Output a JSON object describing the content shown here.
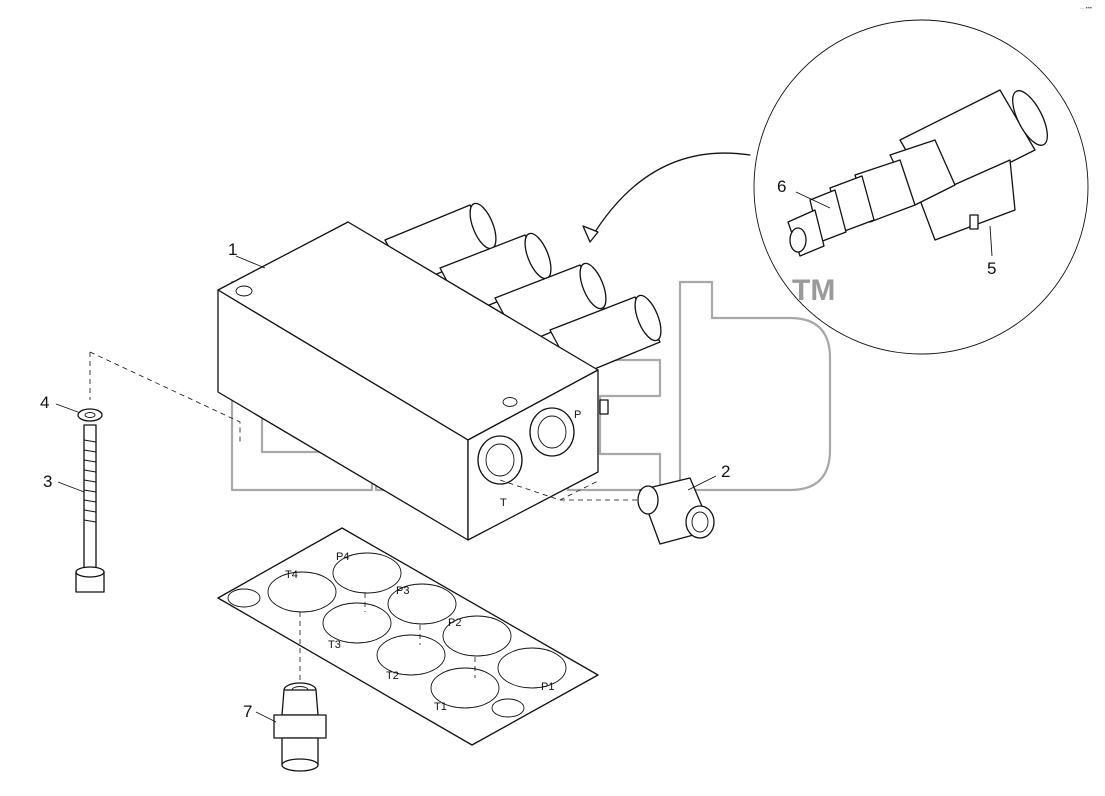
{
  "callouts": {
    "c1": "1",
    "c2": "2",
    "c3": "3",
    "c4": "4",
    "c5": "5",
    "c6": "6",
    "c7": "7"
  },
  "ports": {
    "block_p": "P",
    "block_t": "T",
    "gasket": [
      "P4",
      "T4",
      "P3",
      "T3",
      "P2",
      "T2",
      "P1",
      "T1"
    ]
  },
  "watermark": {
    "tm": "TM"
  },
  "corner_mark": "·· •••"
}
